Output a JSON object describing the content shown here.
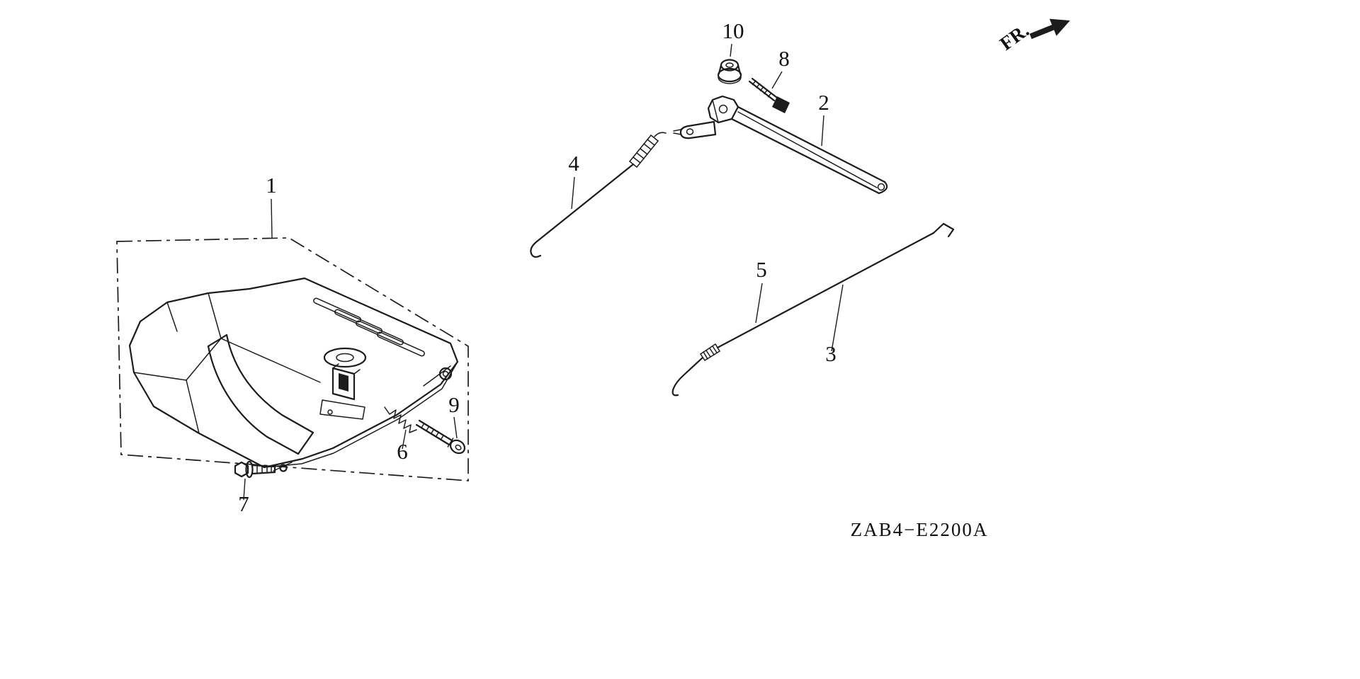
{
  "diagram": {
    "code": "ZAB4−E2200A",
    "direction_label": "FR.",
    "part_labels": {
      "p1": "1",
      "p2": "2",
      "p3": "3",
      "p4": "4",
      "p5": "5",
      "p6": "6",
      "p7": "7",
      "p8": "8",
      "p9": "9",
      "p10": "10"
    },
    "colors": {
      "ink": "#1c1c1c",
      "background": "#ffffff"
    }
  }
}
